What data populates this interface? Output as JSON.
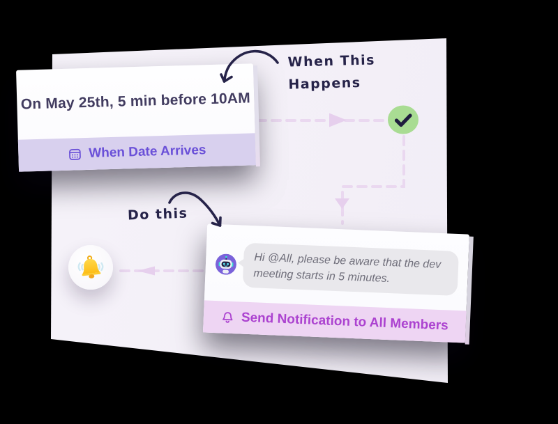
{
  "trigger_card": {
    "title": "On May 25th, 5 min before 10AM",
    "action_label": "When Date Arrives"
  },
  "action_card": {
    "message": "Hi @All, please be aware that the dev meeting starts in 5 minutes.",
    "action_label": "Send Notification to All Members"
  },
  "annotations": {
    "trigger_note_line1": "When This",
    "trigger_note_line2": "Happens",
    "action_note": "Do this"
  },
  "icons": {
    "trigger_bar": "calendar-icon",
    "action_bar": "bell-outline-icon",
    "success_node": "checkmark-icon",
    "notify_badge": "ringing-bell-icon",
    "chat_sender": "robot-avatar"
  },
  "colors": {
    "accent_purple": "#6A50D8",
    "accent_magenta": "#AC43D0",
    "trigger_bar_bg": "#D8D0EE",
    "action_bar_bg": "#EED5F3",
    "success_green": "#A9DC93",
    "check_navy": "#1F1C3E",
    "connector_dash": "#EAD8F0",
    "handwriting_ink": "#262349",
    "bell_yellow": "#FFC72B",
    "panel_bg": "#F4F1F8",
    "bubble_bg": "#E9E8EC",
    "bubble_text": "#6F6E7A",
    "card_title_text": "#423C60"
  }
}
